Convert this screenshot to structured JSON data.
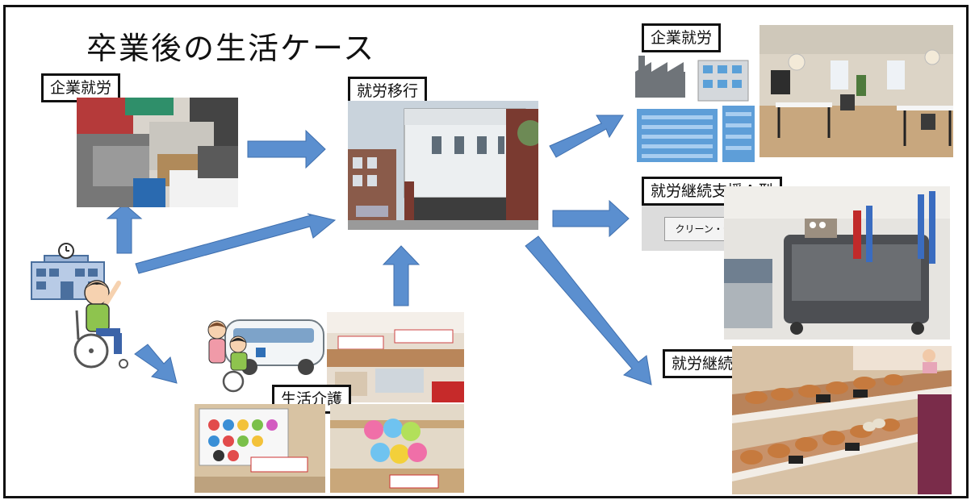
{
  "title": "卒業後の生活ケース",
  "labels": {
    "employment_left": "企業就労",
    "transition": "就労移行",
    "employment_right": "企業就労",
    "type_a": "就労継続支援Ａ型",
    "type_b": "就労継続支援Ｂ型",
    "life_care": "生活介護"
  },
  "signs": {
    "clean_team": "クリーン・チーム"
  },
  "colors": {
    "arrow": "#5b8fcf",
    "arrow_stroke": "#3f6fae",
    "border": "#111111"
  }
}
